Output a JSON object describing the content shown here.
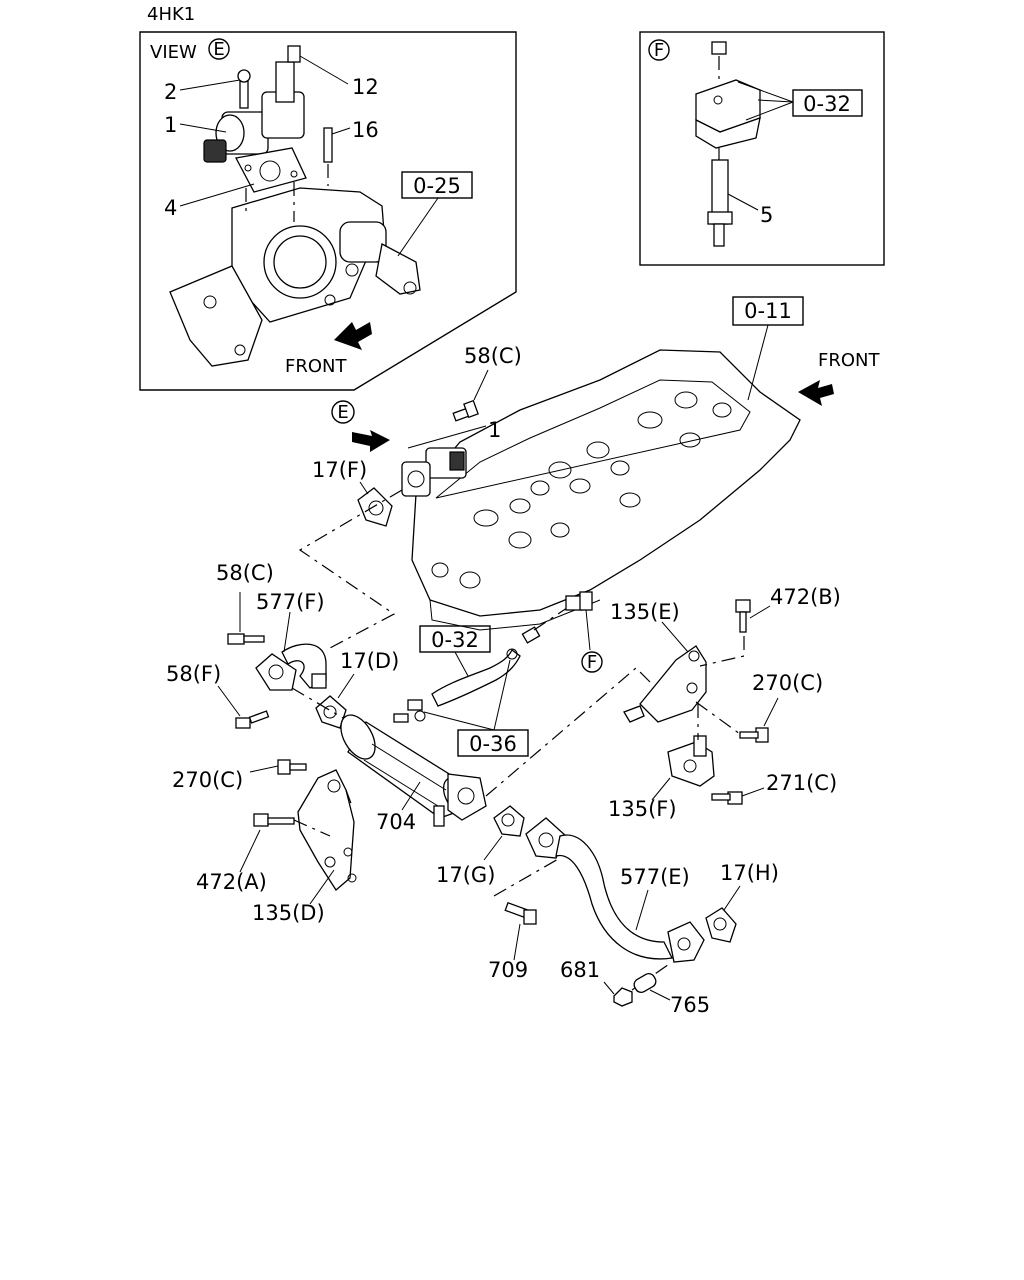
{
  "model": "4HK1",
  "view_e": {
    "title": "VIEW",
    "letter": "E",
    "front": "FRONT",
    "callouts": {
      "c1": "1",
      "c2": "2",
      "c4": "4",
      "c12": "12",
      "c16": "16"
    },
    "ref_box": "0-25"
  },
  "view_f": {
    "letter": "F",
    "ref_box": "0-32",
    "c5": "5"
  },
  "main": {
    "ref_011": "0-11",
    "front": "FRONT",
    "marker_e": "E",
    "marker_f": "F",
    "ref_032": "0-32",
    "ref_036": "0-36",
    "labels": {
      "l58c_top": "58(C)",
      "l1": "1",
      "l17f": "17(F)",
      "l58c_left": "58(C)",
      "l577f": "577(F)",
      "l17d": "17(D)",
      "l58f": "58(F)",
      "l135e": "135(E)",
      "l472b": "472(B)",
      "l270c_right": "270(C)",
      "l271c": "271(C)",
      "l135f": "135(F)",
      "l270c_left": "270(C)",
      "l704": "704",
      "l472a": "472(A)",
      "l135d": "135(D)",
      "l17g": "17(G)",
      "l577e": "577(E)",
      "l17h": "17(H)",
      "l709": "709",
      "l681": "681",
      "l765": "765"
    }
  }
}
